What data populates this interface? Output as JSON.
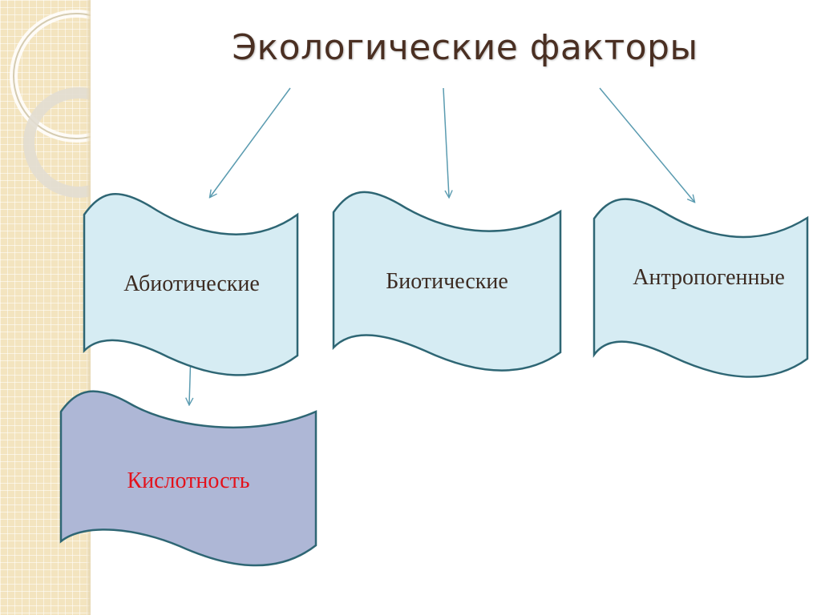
{
  "title": "Экологические факторы",
  "nodes": {
    "abiotic": "Абиотические",
    "biotic": "Биотические",
    "anthropogenic": "Антропогенные",
    "acidity": "Кислотность"
  },
  "colors": {
    "title": "#4a2f22",
    "node_fill_light": "#d6ecf3",
    "node_fill_dark": "#aeb7d6",
    "node_stroke": "#2e6674",
    "arrow": "#5a9bb0",
    "label_dark": "#3c2b22",
    "label_red": "#e4111b",
    "side_strip": "#f3e4bf"
  }
}
